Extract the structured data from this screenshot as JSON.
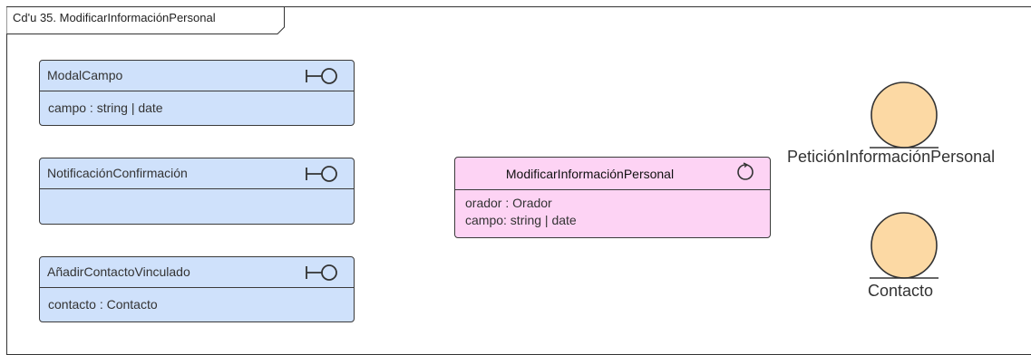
{
  "frame": {
    "title": "Cd'u 35. ModificarInformaciónPersonal"
  },
  "boundaries": [
    {
      "name": "ModalCampo",
      "attributes": [
        "campo : string | date"
      ]
    },
    {
      "name": "NotificaciónConfirmación",
      "attributes": []
    },
    {
      "name": "AñadirContactoVinculado",
      "attributes": [
        "contacto : Contacto"
      ]
    }
  ],
  "control": {
    "name": "ModificarInformaciónPersonal",
    "attributes": [
      "orador : Orador",
      "campo: string | date"
    ]
  },
  "entities": [
    {
      "name": "PeticiónInformaciónPersonal"
    },
    {
      "name": "Contacto"
    }
  ],
  "colors": {
    "boundary_fill": "#cfe1fb",
    "control_fill": "#fdd3f4",
    "entity_fill": "#fcd9a4",
    "stroke": "#333333"
  }
}
